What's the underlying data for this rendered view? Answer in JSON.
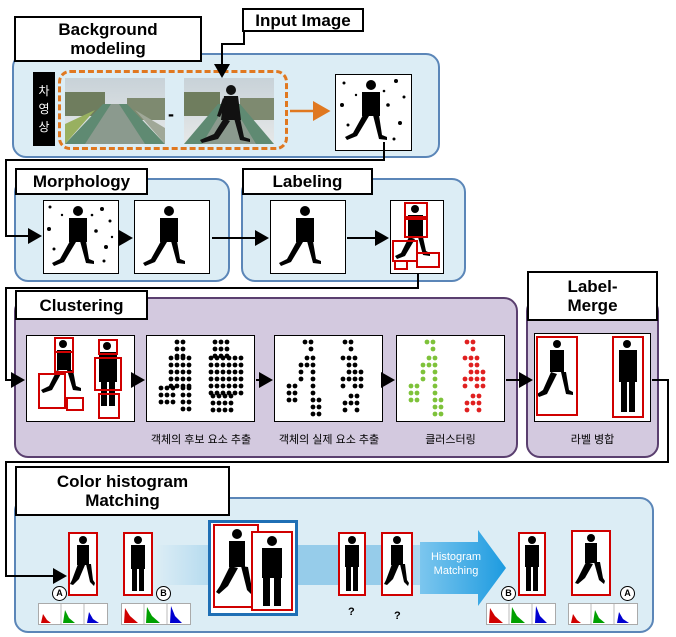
{
  "stages": {
    "background_modeling": "Background\nmodeling",
    "input_image": "Input Image",
    "morphology": "Morphology",
    "labeling": "Labeling",
    "clustering": "Clustering",
    "label_merge": "Label-\nMerge",
    "color_histogram": "Color histogram\nMatching"
  },
  "side_tab": "차\n영\n상",
  "minus": "-",
  "captions": {
    "candidate": "객체의 후보 요소 추출",
    "actual": "객체의 실제 요소 추출",
    "clustering": "클러스터링",
    "merge": "라벨 병합"
  },
  "histogram_arrow": "Histogram\nMatching",
  "markers": {
    "a": "A",
    "b": "B",
    "q": "?"
  },
  "colors": {
    "panel_blue": "#dcedf5",
    "panel_purple": "#d3c9df",
    "box_red": "#d00000",
    "arrow_orange": "#e07820",
    "select_blue": "#1f6fb5"
  }
}
